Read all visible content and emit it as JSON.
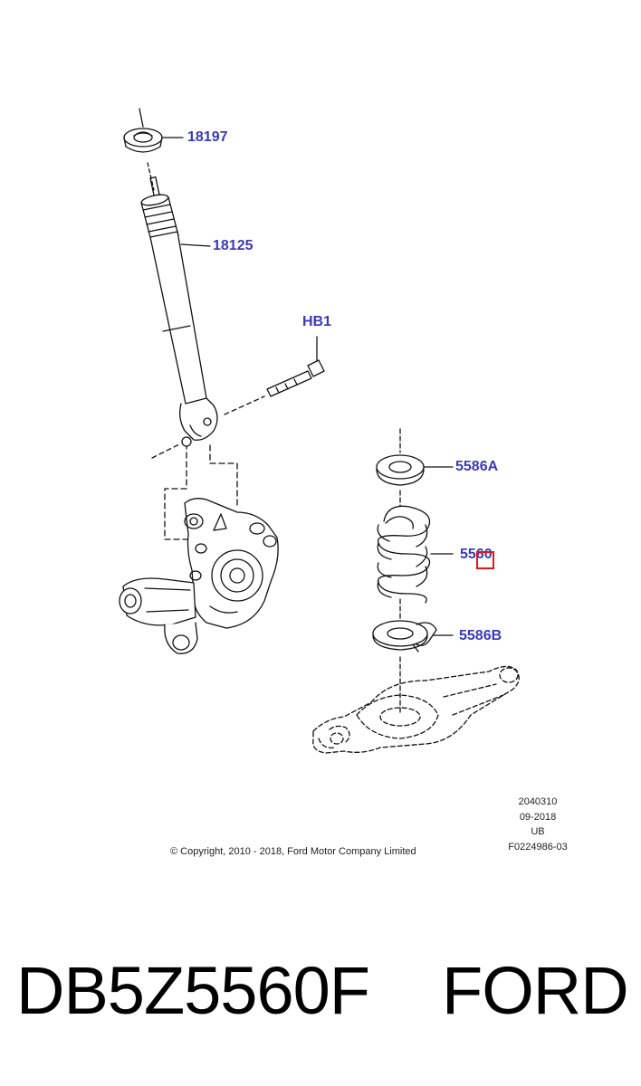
{
  "callouts": {
    "top_mount": "18197",
    "shock_absorber": "18125",
    "bolt": "HB1",
    "upper_spring_seat": "5586A",
    "spring": "5560",
    "lower_spring_seat": "5586B"
  },
  "info_block": {
    "line1": "2040310",
    "line2": "09-2018",
    "line3": "UB",
    "line4": "F0224986-03"
  },
  "copyright": "© Copyright, 2010 - 2018, Ford Motor Company Limited",
  "caption": {
    "part_number": "DB5Z5560F",
    "brand": "FORD"
  },
  "colors": {
    "callout_text": "#3a3ab8",
    "highlight_box": "#e01818",
    "line_art": "#111111"
  }
}
